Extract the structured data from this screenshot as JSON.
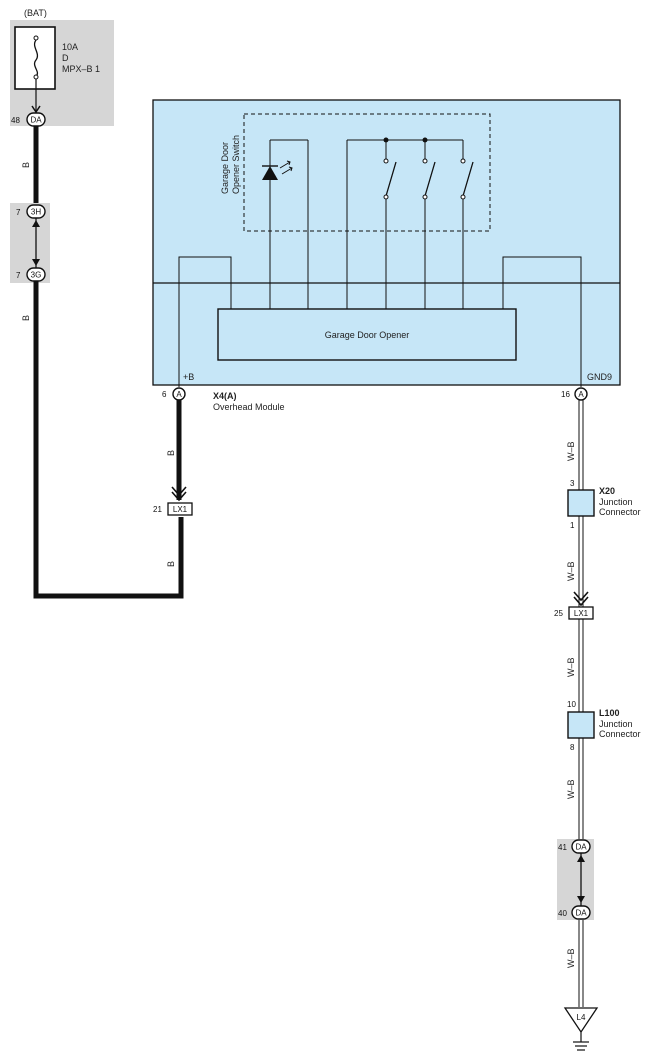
{
  "battery": {
    "label": "(BAT)"
  },
  "fuse": {
    "rating": "10A",
    "line2": "D",
    "name": "MPX–B 1"
  },
  "connectors": {
    "da_48": {
      "pin": "48",
      "code": "DA"
    },
    "h3": {
      "pin": "7",
      "code": "3H"
    },
    "g3": {
      "pin": "7",
      "code": "3G"
    },
    "x4_6": {
      "pin": "6",
      "code": "A"
    },
    "x4_16": {
      "pin": "16",
      "code": "A"
    },
    "lx1_21": {
      "pin": "21",
      "code": "LX1"
    },
    "lx1_25": {
      "pin": "25",
      "code": "LX1"
    },
    "da_41": {
      "pin": "41",
      "code": "DA"
    },
    "da_40": {
      "pin": "40",
      "code": "DA"
    },
    "ground": {
      "code": "L4"
    }
  },
  "wire_colors": {
    "b": "B",
    "wb": "W–B"
  },
  "module": {
    "id": "X4(A)",
    "name": "Overhead Module",
    "pin_plus": "+B",
    "pin_gnd": "GND9",
    "switch_label_1": "Garage Door",
    "switch_label_2": "Opener Switch",
    "opener_label": "Garage Door Opener",
    "fill": "#c6e6f7"
  },
  "x20": {
    "id": "X20",
    "desc1": "Junction",
    "desc2": "Connector",
    "pin_in": "3",
    "pin_out": "1"
  },
  "l100": {
    "id": "L100",
    "desc1": "Junction",
    "desc2": "Connector",
    "pin_in": "10",
    "pin_out": "8"
  }
}
